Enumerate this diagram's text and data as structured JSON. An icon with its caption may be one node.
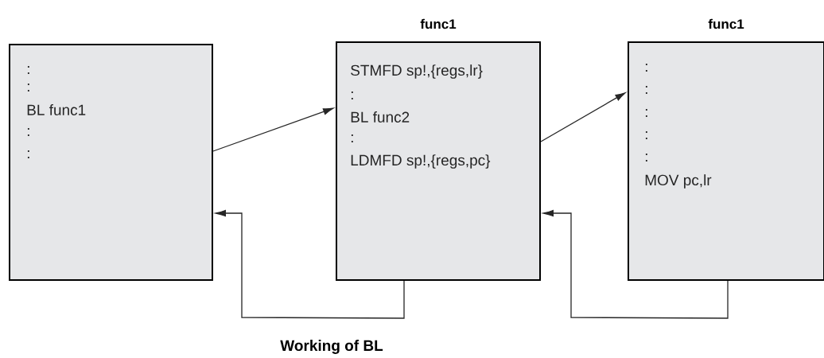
{
  "diagram": {
    "caption": "Working of BL",
    "nodes": [
      {
        "text": [
          ":",
          ":",
          "BL func1",
          ":",
          ":"
        ]
      },
      {
        "text": [
          "func1",
          "STMFD sp!,{regs,lr}",
          ":",
          "BL func2",
          ":",
          "LDMFD sp!,{regs,pc}"
        ]
      },
      {
        "text": [
          "func1",
          ":",
          ":",
          ":",
          ":",
          ":",
          "MOV pc,lr"
        ]
      }
    ],
    "edges": [
      {
        "from": 0,
        "to": 1,
        "arrow": "to"
      },
      {
        "from": 1,
        "to": 2,
        "arrow": "to"
      },
      {
        "from": 1,
        "to": 0,
        "arrow": "to"
      },
      {
        "from": 2,
        "to": 1,
        "arrow": "to"
      }
    ]
  }
}
